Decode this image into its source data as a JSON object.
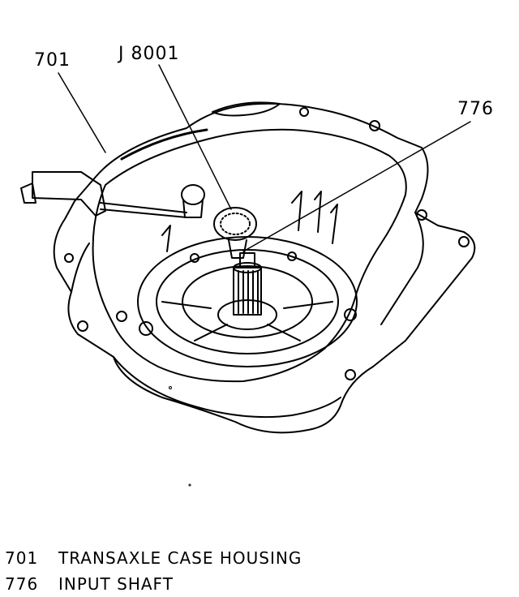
{
  "callouts": [
    {
      "id": "701",
      "text": "701"
    },
    {
      "id": "j8001",
      "text": "J 8001"
    },
    {
      "id": "776",
      "text": "776"
    }
  ],
  "legend": [
    {
      "number": "701",
      "description": "TRANSAXLE CASE HOUSING"
    },
    {
      "number": "776",
      "description": "INPUT SHAFT"
    }
  ]
}
